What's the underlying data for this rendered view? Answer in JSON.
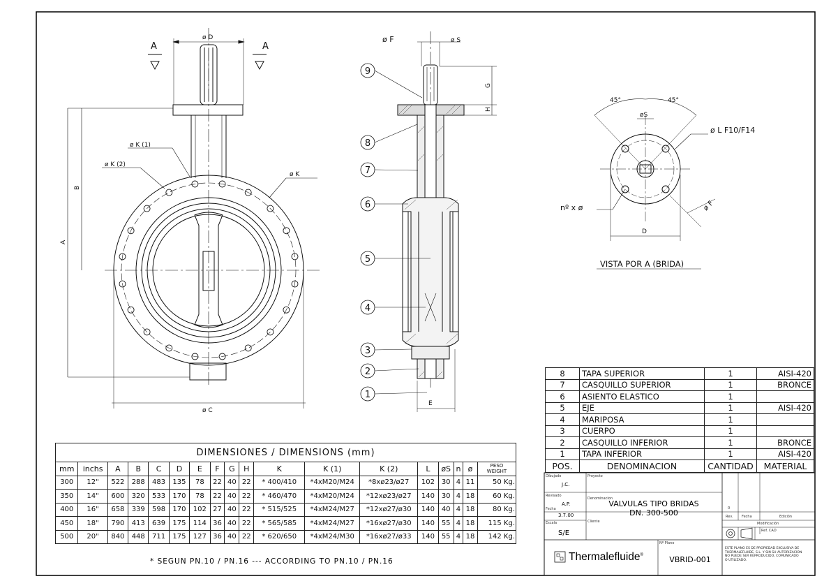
{
  "drawing": {
    "section_mark_left": "A",
    "section_mark_right": "A",
    "front_view": {
      "dim_D": "ø D",
      "dim_K1": "ø K (1)",
      "dim_K2": "ø K (2)",
      "dim_K": "ø K",
      "dim_B": "B",
      "dim_A": "A",
      "dim_C": "ø C"
    },
    "side_view": {
      "dim_F": "ø F",
      "dim_S": "ø S",
      "dim_G": "G",
      "dim_H": "H",
      "dim_E": "E",
      "balloons": [
        "9",
        "8",
        "7",
        "6",
        "5",
        "4",
        "3",
        "2",
        "1"
      ]
    },
    "flange_view": {
      "angle_left": "45°",
      "angle_right": "45°",
      "dim_S": "øS",
      "dim_L": "ø L F10/F14",
      "bolts": "nº x ø",
      "dim_F": "ø F",
      "dim_D": "D",
      "caption": "VISTA POR A (BRIDA)"
    }
  },
  "dimensions_table": {
    "title": "DIMENSIONES / DIMENSIONS (mm)",
    "headers": [
      "mm",
      "inchs",
      "A",
      "B",
      "C",
      "D",
      "E",
      "F",
      "G",
      "H",
      "K",
      "K (1)",
      "K (2)",
      "L",
      "øS",
      "n",
      "ø"
    ],
    "peso_header": [
      "PESO",
      "WEIGHT"
    ],
    "rows": [
      [
        "300",
        "12\"",
        "522",
        "288",
        "483",
        "135",
        "78",
        "22",
        "40",
        "22",
        "* 400/410",
        "*4xM20/M24",
        "*8xø23/ø27",
        "102",
        "30",
        "4",
        "11",
        "50 Kg."
      ],
      [
        "350",
        "14\"",
        "600",
        "320",
        "533",
        "170",
        "78",
        "22",
        "40",
        "22",
        "* 460/470",
        "*4xM20/M24",
        "*12xø23/ø27",
        "140",
        "30",
        "4",
        "18",
        "60 Kg."
      ],
      [
        "400",
        "16\"",
        "658",
        "339",
        "598",
        "170",
        "102",
        "27",
        "40",
        "22",
        "* 515/525",
        "*4xM24/M27",
        "*12xø27/ø30",
        "140",
        "40",
        "4",
        "18",
        "80 Kg."
      ],
      [
        "450",
        "18\"",
        "790",
        "413",
        "639",
        "175",
        "114",
        "36",
        "40",
        "22",
        "* 565/585",
        "*4xM24/M27",
        "*16xø27/ø30",
        "140",
        "55",
        "4",
        "18",
        "115 Kg."
      ],
      [
        "500",
        "20\"",
        "840",
        "448",
        "711",
        "175",
        "127",
        "36",
        "40",
        "22",
        "* 620/650",
        "*4xM24/M30",
        "*16xø27/ø33",
        "140",
        "55",
        "4",
        "18",
        "142 Kg."
      ]
    ],
    "note": "* SEGUN PN.10 / PN.16  ---  ACCORDING TO PN.10 / PN.16"
  },
  "parts_list": {
    "rows": [
      {
        "pos": "8",
        "name": "TAPA SUPERIOR",
        "qty": "1",
        "material": "AISI-420"
      },
      {
        "pos": "7",
        "name": "CASQUILLO SUPERIOR",
        "qty": "1",
        "material": "BRONCE"
      },
      {
        "pos": "6",
        "name": "ASIENTO ELASTICO",
        "qty": "1",
        "material": ""
      },
      {
        "pos": "5",
        "name": "EJE",
        "qty": "1",
        "material": "AISI-420"
      },
      {
        "pos": "4",
        "name": "MARIPOSA",
        "qty": "1",
        "material": ""
      },
      {
        "pos": "3",
        "name": "CUERPO",
        "qty": "1",
        "material": ""
      },
      {
        "pos": "2",
        "name": "CASQUILLO INFERIOR",
        "qty": "1",
        "material": "BRONCE"
      },
      {
        "pos": "1",
        "name": "TAPA INFERIOR",
        "qty": "1",
        "material": "AISI-420"
      }
    ],
    "header": {
      "pos": "POS.",
      "name": "DENOMINACION",
      "qty": "CANTIDAD",
      "material": "MATERIAL"
    }
  },
  "title_block": {
    "dibujado_label": "Dibujado",
    "dibujado_value": "J.C.",
    "revisado_label": "Revisado",
    "revisado_value": "A.P.",
    "fecha_label": "Fecha",
    "fecha_value": "3.7.00",
    "escala_label": "Escala",
    "escala_value": "S/E",
    "proyecto_label": "Proyecto",
    "denominacion_label": "Denominacion",
    "denominacion_line1": "VALVULAS TIPO BRIDAS",
    "denominacion_line2": "DN. 300-500",
    "cliente_label": "Cliente",
    "rev_zero": "0",
    "rev_label": "Rev.",
    "fecha_col_label": "Fecha",
    "edicion_label": "Edición",
    "modificacion_label": "Modificación",
    "ref_cad_label": "Ref. CAD",
    "logo_text": "Thermalefluide",
    "logo_reg": "®",
    "plano_label": "Nº Plano",
    "plano_value": "VBRID-001",
    "copyright": [
      "ESTE PLANO ES DE PROPIEDAD EXCLUSIVA DE",
      "THERMALEFLUIDE, S.L. Y SIN SU AUTORIZACION",
      "NO PUEDE SER REPRODUCIDO, COMUNICADO",
      "O UTILIZADO."
    ]
  }
}
